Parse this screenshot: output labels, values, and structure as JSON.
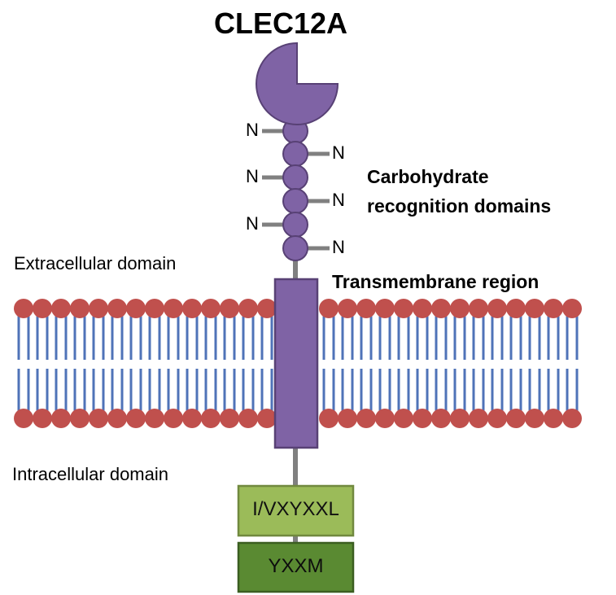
{
  "title": "CLEC12A",
  "labels": {
    "extracellular": "Extracellular domain",
    "intracellular": "Intracellular domain",
    "crd_line1": "Carbohydrate",
    "crd_line2": "recognition domains",
    "transmembrane": "Transmembrane region"
  },
  "glycosylation": {
    "symbol": "N",
    "sites": [
      {
        "side": "left"
      },
      {
        "side": "right"
      },
      {
        "side": "left"
      },
      {
        "side": "right"
      },
      {
        "side": "left"
      },
      {
        "side": "right"
      }
    ]
  },
  "motifs": {
    "itim": "I/VXYXXL",
    "yxxm": "YXXM"
  },
  "colors": {
    "protein": "#7f63a5",
    "protein_stroke": "#584175",
    "lipid_head": "#c0504d",
    "lipid_tail": "#4f73b8",
    "linker": "#808080",
    "itim_fill": "#9bbb59",
    "itim_stroke": "#71893f",
    "yxxm_fill": "#5a8a32",
    "yxxm_stroke": "#3b5e21"
  }
}
